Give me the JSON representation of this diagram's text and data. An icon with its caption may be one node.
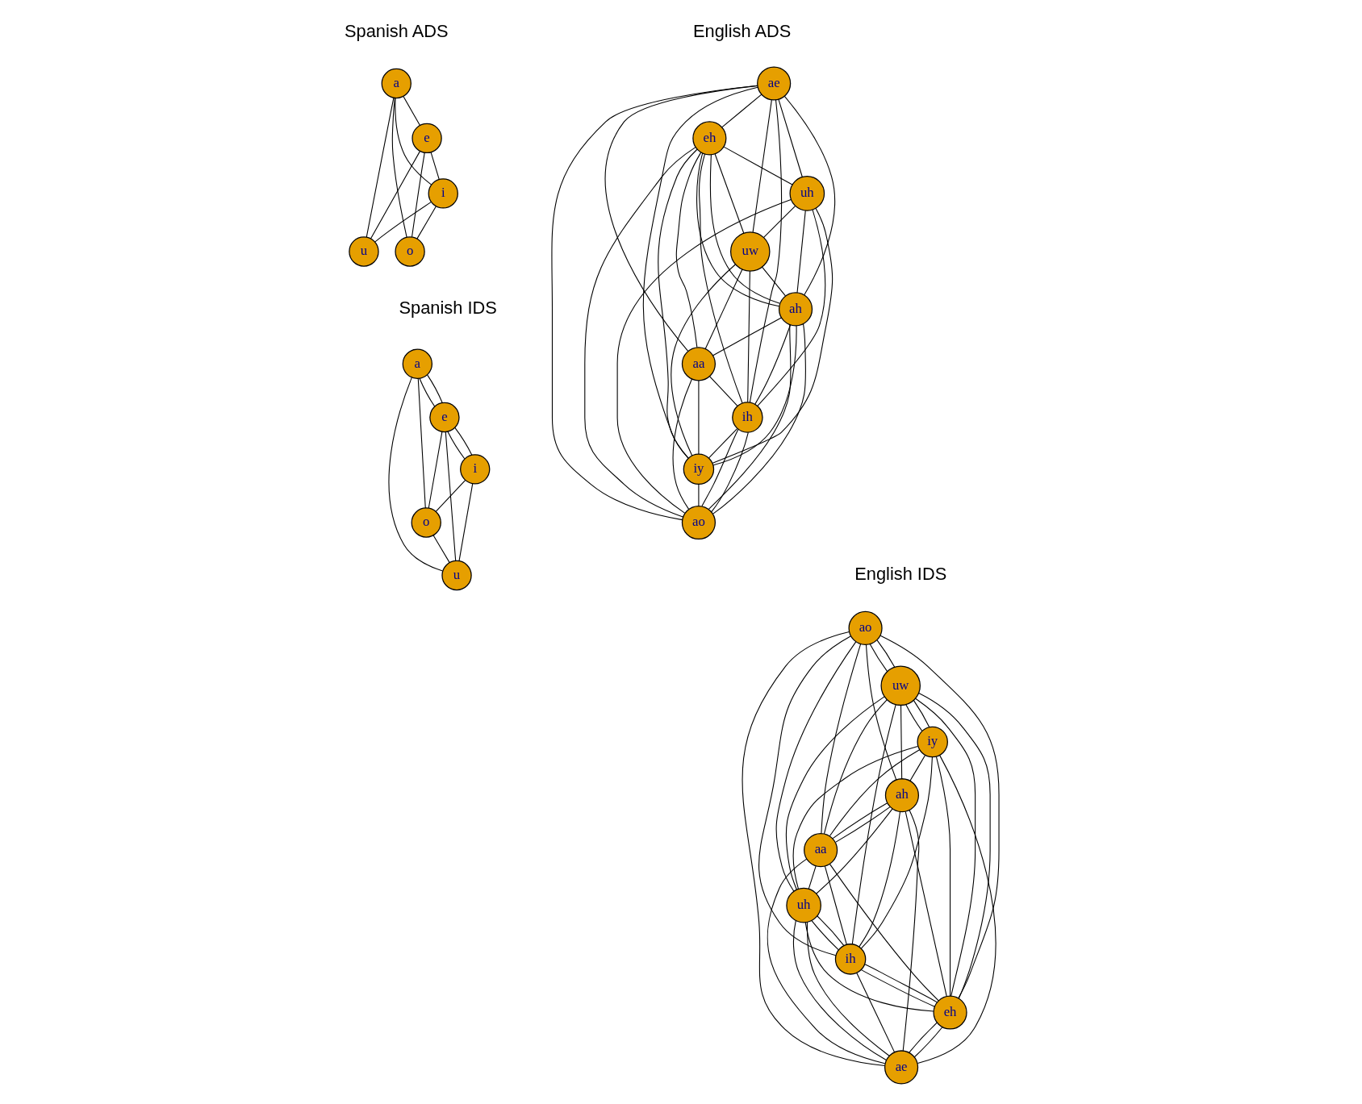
{
  "diagram": {
    "nodes": [
      {
        "text": [
          "a"
        ]
      },
      {
        "text": [
          "e"
        ]
      },
      {
        "text": [
          "i"
        ]
      },
      {
        "text": [
          "o"
        ]
      },
      {
        "text": [
          "u"
        ]
      },
      {
        "text": [
          "ae"
        ]
      },
      {
        "text": [
          "eh"
        ]
      },
      {
        "text": [
          "uh"
        ]
      },
      {
        "text": [
          "ah"
        ]
      },
      {
        "text": [
          "uw"
        ]
      },
      {
        "text": [
          "aa"
        ]
      },
      {
        "text": [
          "ih"
        ]
      },
      {
        "text": [
          "iy"
        ]
      },
      {
        "text": [
          "ao"
        ]
      },
      {
        "text": [
          "a"
        ]
      },
      {
        "text": [
          "e"
        ]
      },
      {
        "text": [
          "i"
        ]
      },
      {
        "text": [
          "u"
        ]
      },
      {
        "text": [
          "o"
        ]
      },
      {
        "text": [
          "ao"
        ]
      },
      {
        "text": [
          "uw"
        ]
      },
      {
        "text": [
          "iy"
        ]
      },
      {
        "text": [
          "ah"
        ]
      },
      {
        "text": [
          "aa"
        ]
      },
      {
        "text": [
          "uh"
        ]
      },
      {
        "text": [
          "ih"
        ]
      },
      {
        "text": [
          "eh"
        ]
      },
      {
        "text": [
          "ae"
        ]
      }
    ],
    "edges": [
      {
        "from": 0,
        "to": 3,
        "arrow": "none"
      },
      {
        "from": 0,
        "to": 4,
        "arrow": "none"
      },
      {
        "from": 0,
        "to": 1,
        "arrow": "none"
      },
      {
        "from": 0,
        "to": 2,
        "arrow": "none"
      },
      {
        "from": 1,
        "to": 3,
        "arrow": "none"
      },
      {
        "from": 1,
        "to": 4,
        "arrow": "none"
      },
      {
        "from": 1,
        "to": 2,
        "arrow": "none"
      },
      {
        "from": 2,
        "to": 3,
        "arrow": "none"
      },
      {
        "from": 2,
        "to": 4,
        "arrow": "none"
      },
      {
        "from": 5,
        "to": 6,
        "arrow": "none"
      },
      {
        "from": 5,
        "to": 7,
        "arrow": "none"
      },
      {
        "from": 5,
        "to": 9,
        "arrow": "none"
      },
      {
        "from": 5,
        "to": 12,
        "arrow": "none"
      },
      {
        "from": 5,
        "to": 11,
        "arrow": "none"
      },
      {
        "from": 5,
        "to": 8,
        "arrow": "none"
      },
      {
        "from": 5,
        "to": 13,
        "arrow": "none"
      },
      {
        "from": 5,
        "to": 10,
        "arrow": "none"
      },
      {
        "from": 6,
        "to": 7,
        "arrow": "none"
      },
      {
        "from": 6,
        "to": 9,
        "arrow": "none"
      },
      {
        "from": 6,
        "to": 12,
        "arrow": "none"
      },
      {
        "from": 6,
        "to": 11,
        "arrow": "none"
      },
      {
        "from": 6,
        "to": 8,
        "arrow": "none"
      },
      {
        "from": 6,
        "to": 8,
        "arrow": "none"
      },
      {
        "from": 6,
        "to": 10,
        "arrow": "none"
      },
      {
        "from": 6,
        "to": 13,
        "arrow": "none"
      },
      {
        "from": 7,
        "to": 9,
        "arrow": "none"
      },
      {
        "from": 7,
        "to": 12,
        "arrow": "none"
      },
      {
        "from": 7,
        "to": 11,
        "arrow": "none"
      },
      {
        "from": 7,
        "to": 8,
        "arrow": "none"
      },
      {
        "from": 7,
        "to": 13,
        "arrow": "none"
      },
      {
        "from": 9,
        "to": 12,
        "arrow": "none"
      },
      {
        "from": 9,
        "to": 8,
        "arrow": "none"
      },
      {
        "from": 9,
        "to": 10,
        "arrow": "none"
      },
      {
        "from": 9,
        "to": 11,
        "arrow": "none"
      },
      {
        "from": 8,
        "to": 11,
        "arrow": "none"
      },
      {
        "from": 8,
        "to": 12,
        "arrow": "none"
      },
      {
        "from": 8,
        "to": 10,
        "arrow": "none"
      },
      {
        "from": 8,
        "to": 13,
        "arrow": "none"
      },
      {
        "from": 8,
        "to": 13,
        "arrow": "none"
      },
      {
        "from": 10,
        "to": 11,
        "arrow": "none"
      },
      {
        "from": 10,
        "to": 12,
        "arrow": "none"
      },
      {
        "from": 10,
        "to": 13,
        "arrow": "none"
      },
      {
        "from": 11,
        "to": 12,
        "arrow": "none"
      },
      {
        "from": 11,
        "to": 13,
        "arrow": "none"
      },
      {
        "from": 11,
        "to": 13,
        "arrow": "none"
      },
      {
        "from": 12,
        "to": 13,
        "arrow": "none"
      },
      {
        "from": 14,
        "to": 18,
        "arrow": "none"
      },
      {
        "from": 14,
        "to": 17,
        "arrow": "none"
      },
      {
        "from": 14,
        "to": 15,
        "arrow": "none"
      },
      {
        "from": 14,
        "to": 15,
        "arrow": "none"
      },
      {
        "from": 15,
        "to": 16,
        "arrow": "none"
      },
      {
        "from": 15,
        "to": 16,
        "arrow": "none"
      },
      {
        "from": 15,
        "to": 18,
        "arrow": "none"
      },
      {
        "from": 15,
        "to": 17,
        "arrow": "none"
      },
      {
        "from": 16,
        "to": 17,
        "arrow": "none"
      },
      {
        "from": 16,
        "to": 18,
        "arrow": "none"
      },
      {
        "from": 18,
        "to": 17,
        "arrow": "none"
      },
      {
        "from": 19,
        "to": 20,
        "arrow": "none"
      },
      {
        "from": 19,
        "to": 20,
        "arrow": "none"
      },
      {
        "from": 19,
        "to": 25,
        "arrow": "none"
      },
      {
        "from": 19,
        "to": 24,
        "arrow": "none"
      },
      {
        "from": 19,
        "to": 22,
        "arrow": "none"
      },
      {
        "from": 19,
        "to": 26,
        "arrow": "none"
      },
      {
        "from": 19,
        "to": 27,
        "arrow": "none"
      },
      {
        "from": 19,
        "to": 23,
        "arrow": "none"
      },
      {
        "from": 20,
        "to": 21,
        "arrow": "none"
      },
      {
        "from": 20,
        "to": 21,
        "arrow": "none"
      },
      {
        "from": 20,
        "to": 25,
        "arrow": "none"
      },
      {
        "from": 20,
        "to": 24,
        "arrow": "none"
      },
      {
        "from": 20,
        "to": 26,
        "arrow": "none"
      },
      {
        "from": 20,
        "to": 26,
        "arrow": "none"
      },
      {
        "from": 20,
        "to": 22,
        "arrow": "none"
      },
      {
        "from": 20,
        "to": 23,
        "arrow": "none"
      },
      {
        "from": 21,
        "to": 22,
        "arrow": "none"
      },
      {
        "from": 21,
        "to": 23,
        "arrow": "none"
      },
      {
        "from": 21,
        "to": 24,
        "arrow": "none"
      },
      {
        "from": 21,
        "to": 25,
        "arrow": "none"
      },
      {
        "from": 21,
        "to": 26,
        "arrow": "none"
      },
      {
        "from": 21,
        "to": 27,
        "arrow": "none"
      },
      {
        "from": 22,
        "to": 23,
        "arrow": "none"
      },
      {
        "from": 22,
        "to": 23,
        "arrow": "none"
      },
      {
        "from": 22,
        "to": 24,
        "arrow": "none"
      },
      {
        "from": 22,
        "to": 25,
        "arrow": "none"
      },
      {
        "from": 22,
        "to": 26,
        "arrow": "none"
      },
      {
        "from": 22,
        "to": 27,
        "arrow": "none"
      },
      {
        "from": 23,
        "to": 25,
        "arrow": "none"
      },
      {
        "from": 23,
        "to": 26,
        "arrow": "none"
      },
      {
        "from": 23,
        "to": 27,
        "arrow": "none"
      },
      {
        "from": 23,
        "to": 24,
        "arrow": "none"
      },
      {
        "from": 24,
        "to": 25,
        "arrow": "none"
      },
      {
        "from": 24,
        "to": 25,
        "arrow": "none"
      },
      {
        "from": 24,
        "to": 26,
        "arrow": "none"
      },
      {
        "from": 24,
        "to": 27,
        "arrow": "none"
      },
      {
        "from": 24,
        "to": 27,
        "arrow": "none"
      },
      {
        "from": 25,
        "to": 26,
        "arrow": "none"
      },
      {
        "from": 25,
        "to": 26,
        "arrow": "none"
      },
      {
        "from": 25,
        "to": 27,
        "arrow": "none"
      },
      {
        "from": 26,
        "to": 27,
        "arrow": "none"
      },
      {
        "from": 26,
        "to": 27,
        "arrow": "none"
      }
    ],
    "labels": [
      "Spanish ADS",
      "English ADS",
      "Spanish IDS",
      "English IDS"
    ]
  }
}
